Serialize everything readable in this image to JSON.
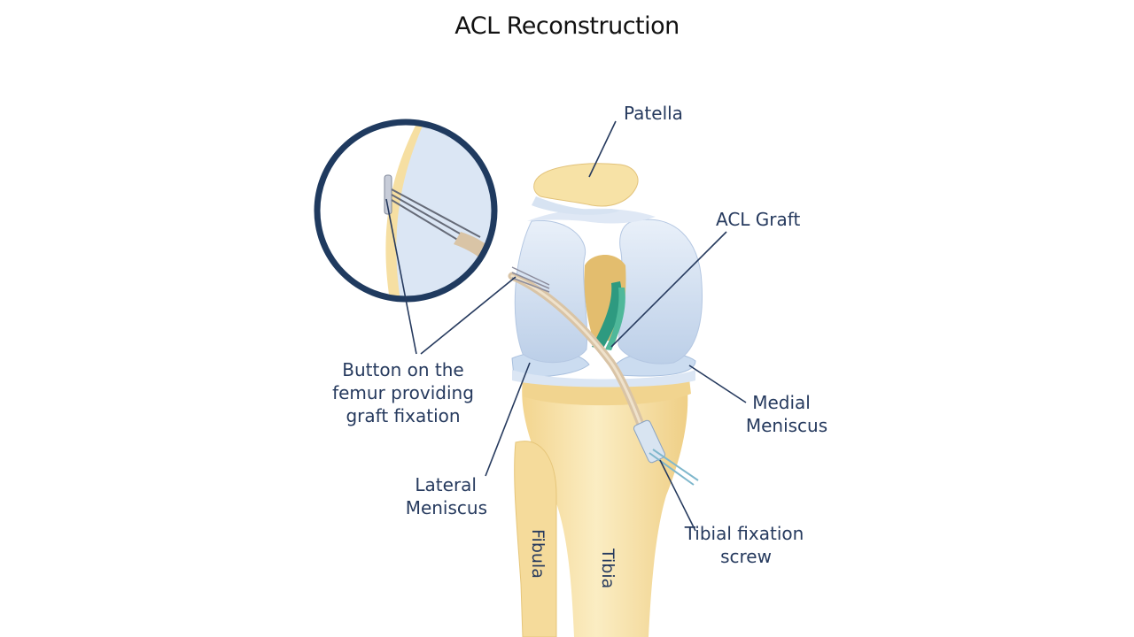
{
  "title": "ACL Reconstruction",
  "labels": {
    "patella": "Patella",
    "acl_graft": "ACL Graft",
    "button": [
      "Button on the",
      "femur providing",
      "graft fixation"
    ],
    "medial_meniscus": [
      "Medial",
      "Meniscus"
    ],
    "lateral_meniscus": [
      "Lateral",
      "Meniscus"
    ],
    "tibial_screw": [
      "Tibial fixation",
      "screw"
    ],
    "fibula": "Fibula",
    "tibia": "Tibia"
  },
  "colors": {
    "bone": "#f8e3a6",
    "bone_shadow": "#e9c879",
    "cartilage": "#cbdcf0",
    "cartilage_light": "#e6eef8",
    "graft": "#3aa58a",
    "tendon": "#d8c4a8",
    "line": "#263a5e",
    "title": "#111111"
  }
}
